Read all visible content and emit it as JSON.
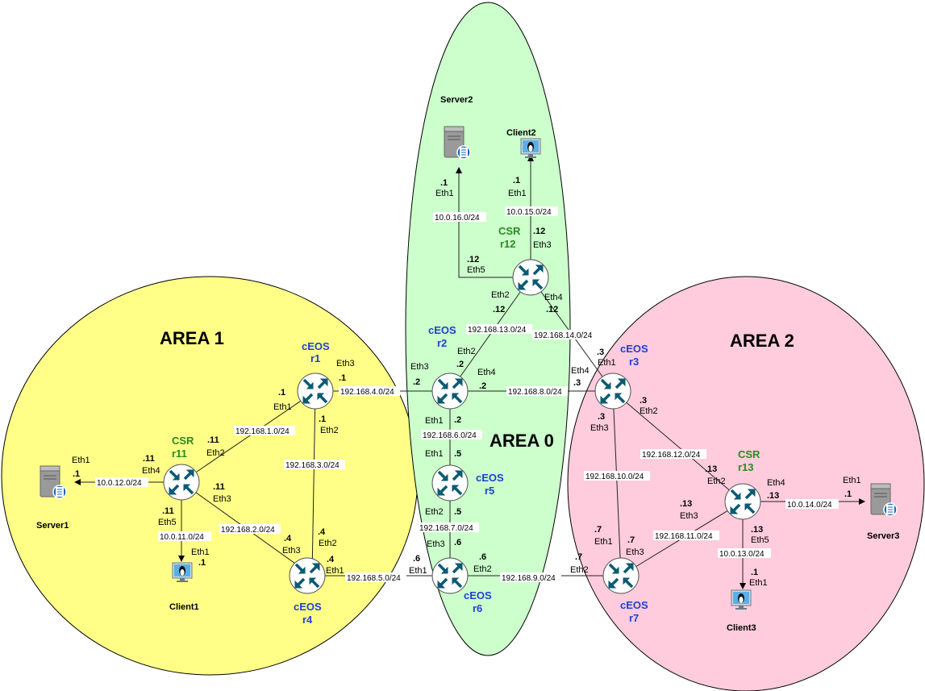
{
  "areas": {
    "area0": {
      "label": "AREA 0",
      "color": "#ccffcc"
    },
    "area1": {
      "label": "AREA 1",
      "color": "#ffff88"
    },
    "area2": {
      "label": "AREA 2",
      "color": "#ffccdd"
    }
  },
  "routers": {
    "r1": {
      "type": "cEOS",
      "name": "r1"
    },
    "r2": {
      "type": "cEOS",
      "name": "r2"
    },
    "r3": {
      "type": "cEOS",
      "name": "r3"
    },
    "r4": {
      "type": "cEOS",
      "name": "r4"
    },
    "r5": {
      "type": "cEOS",
      "name": "r5"
    },
    "r6": {
      "type": "cEOS",
      "name": "r6"
    },
    "r7": {
      "type": "cEOS",
      "name": "r7"
    },
    "r11": {
      "type": "CSR",
      "name": "r11"
    },
    "r12": {
      "type": "CSR",
      "name": "r12"
    },
    "r13": {
      "type": "CSR",
      "name": "r13"
    }
  },
  "hosts": {
    "server1": "Server1",
    "server2": "Server2",
    "server3": "Server3",
    "client1": "Client1",
    "client2": "Client2",
    "client3": "Client3"
  },
  "networks": {
    "n1_0": "192.168.1.0/24",
    "n2_0": "192.168.2.0/24",
    "n3_0": "192.168.3.0/24",
    "n4_0": "192.168.4.0/24",
    "n5_0": "192.168.5.0/24",
    "n6_0": "192.168.6.0/24",
    "n7_0": "192.168.7.0/24",
    "n8_0": "192.168.8.0/24",
    "n9_0": "192.168.9.0/24",
    "n10_0": "192.168.10.0/24",
    "n11_0": "192.168.11.0/24",
    "n12_0": "192.168.12.0/24",
    "n13_0": "192.168.13.0/24",
    "n14_0": "192.168.14.0/24",
    "h10_11": "10.0.11.0/24",
    "h10_12": "10.0.12.0/24",
    "h10_13": "10.0.13.0/24",
    "h10_14": "10.0.14.0/24",
    "h10_15": "10.0.15.0/24",
    "h10_16": "10.0.16.0/24"
  },
  "labels": {
    "dot1": ".1",
    "dot2": ".2",
    "dot3": ".3",
    "dot4": ".4",
    "dot5": ".5",
    "dot6": ".6",
    "dot7": ".7",
    "dot11": ".11",
    "dot12": ".12",
    "dot13": ".13",
    "eth1": "Eth1",
    "eth2": "Eth2",
    "eth3": "Eth3",
    "eth4": "Eth4",
    "eth5": "Eth5"
  },
  "icons": {
    "router": "router-arrows-icon",
    "server": "server-tower-icon",
    "client": "linux-monitor-icon"
  }
}
